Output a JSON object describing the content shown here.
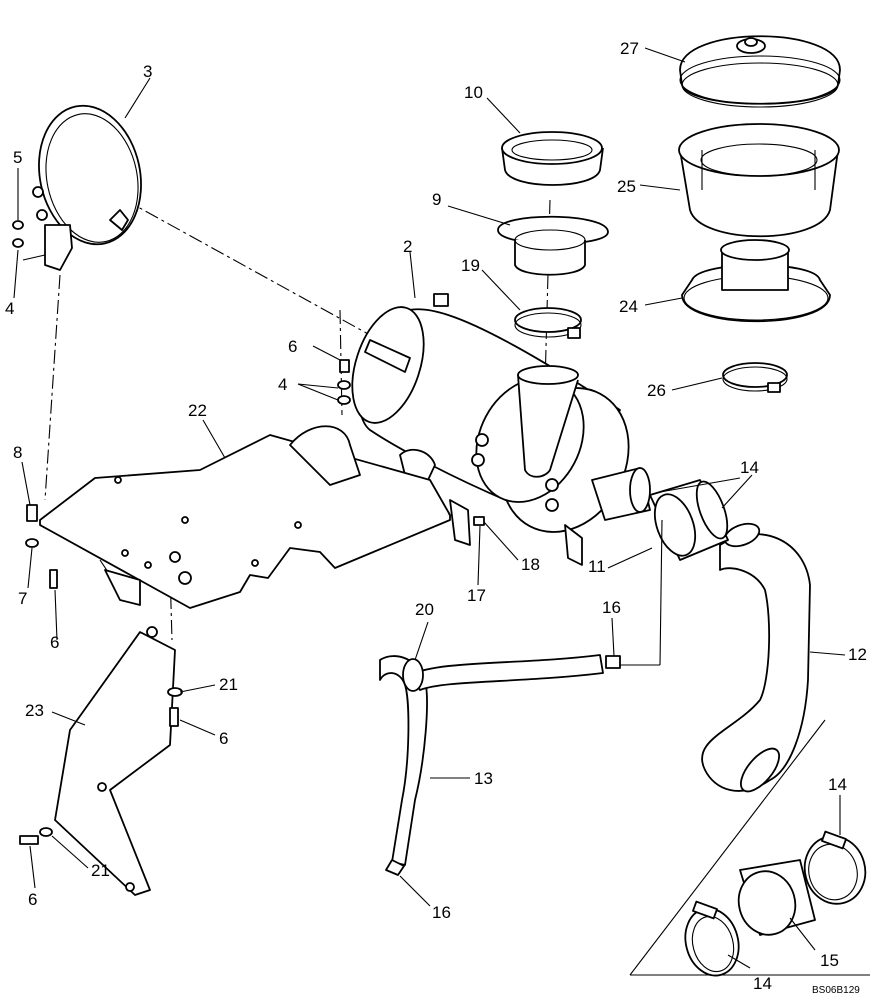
{
  "diagram": {
    "reference_code": "BS06B129",
    "callouts": [
      {
        "id": "c27",
        "text": "27"
      },
      {
        "id": "c10",
        "text": "10"
      },
      {
        "id": "c3",
        "text": "3"
      },
      {
        "id": "c5",
        "text": "5"
      },
      {
        "id": "c4a",
        "text": "4"
      },
      {
        "id": "c9",
        "text": "9"
      },
      {
        "id": "c25",
        "text": "25"
      },
      {
        "id": "c2",
        "text": "2"
      },
      {
        "id": "c19",
        "text": "19"
      },
      {
        "id": "c24",
        "text": "24"
      },
      {
        "id": "c6a",
        "text": "6"
      },
      {
        "id": "c4b",
        "text": "4"
      },
      {
        "id": "c26",
        "text": "26"
      },
      {
        "id": "c22",
        "text": "22"
      },
      {
        "id": "c8",
        "text": "8"
      },
      {
        "id": "c14a",
        "text": "14"
      },
      {
        "id": "c18",
        "text": "18"
      },
      {
        "id": "c11",
        "text": "11"
      },
      {
        "id": "c7",
        "text": "7"
      },
      {
        "id": "c17",
        "text": "17"
      },
      {
        "id": "c20",
        "text": "20"
      },
      {
        "id": "c16a",
        "text": "16"
      },
      {
        "id": "c6b",
        "text": "6"
      },
      {
        "id": "c12",
        "text": "12"
      },
      {
        "id": "c21a",
        "text": "21"
      },
      {
        "id": "c23",
        "text": "23"
      },
      {
        "id": "c6c",
        "text": "6"
      },
      {
        "id": "c13",
        "text": "13"
      },
      {
        "id": "c14b",
        "text": "14"
      },
      {
        "id": "c21b",
        "text": "21"
      },
      {
        "id": "c6d",
        "text": "6"
      },
      {
        "id": "c16b",
        "text": "16"
      },
      {
        "id": "c15",
        "text": "15"
      },
      {
        "id": "c14c",
        "text": "14"
      }
    ]
  }
}
